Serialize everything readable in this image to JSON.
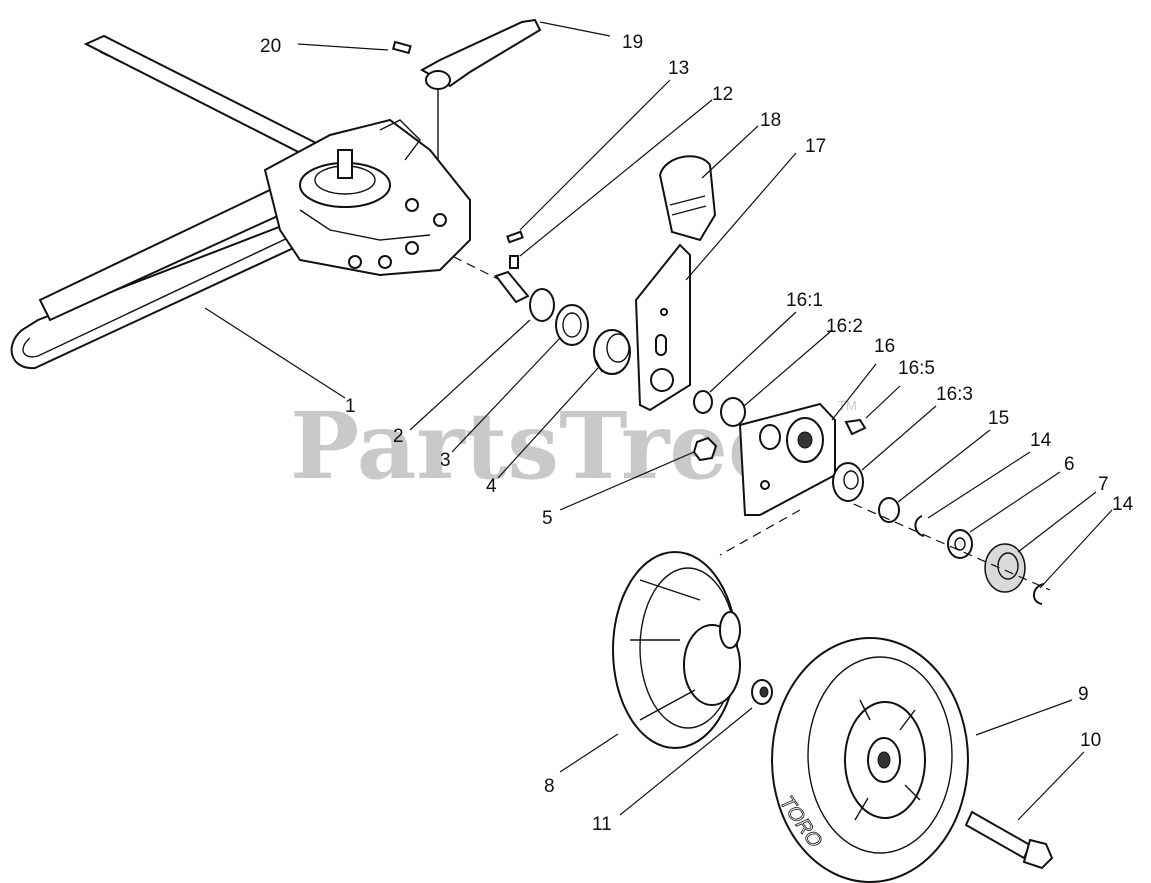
{
  "watermark": {
    "text": "PartsTree",
    "trademark": "TM"
  },
  "callouts": {
    "c1": "1",
    "c2": "2",
    "c3": "3",
    "c4": "4",
    "c5": "5",
    "c6": "6",
    "c7": "7",
    "c8": "8",
    "c9": "9",
    "c10": "10",
    "c11": "11",
    "c12": "12",
    "c13": "13",
    "c14a": "14",
    "c14b": "14",
    "c15": "15",
    "c16": "16",
    "c16_1": "16:1",
    "c16_2": "16:2",
    "c16_3": "16:3",
    "c16_5": "16:5",
    "c17": "17",
    "c18": "18",
    "c19": "19",
    "c20": "20"
  },
  "wheel_marking": "TORO"
}
